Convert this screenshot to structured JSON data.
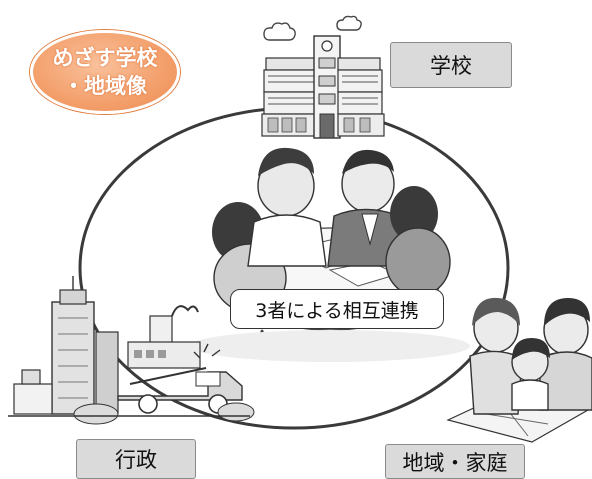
{
  "goal": {
    "line1": "めざす学校",
    "line2": "・地域像",
    "color": "#f4a26f"
  },
  "labels": {
    "school": "学校",
    "admin": "行政",
    "community": "地域・家庭"
  },
  "center": {
    "text": "3者による相互連携"
  },
  "icons": {
    "school": "school-building-icon",
    "admin": "government-city-icon",
    "community": "family-icon",
    "meeting": "meeting-people-icon"
  }
}
